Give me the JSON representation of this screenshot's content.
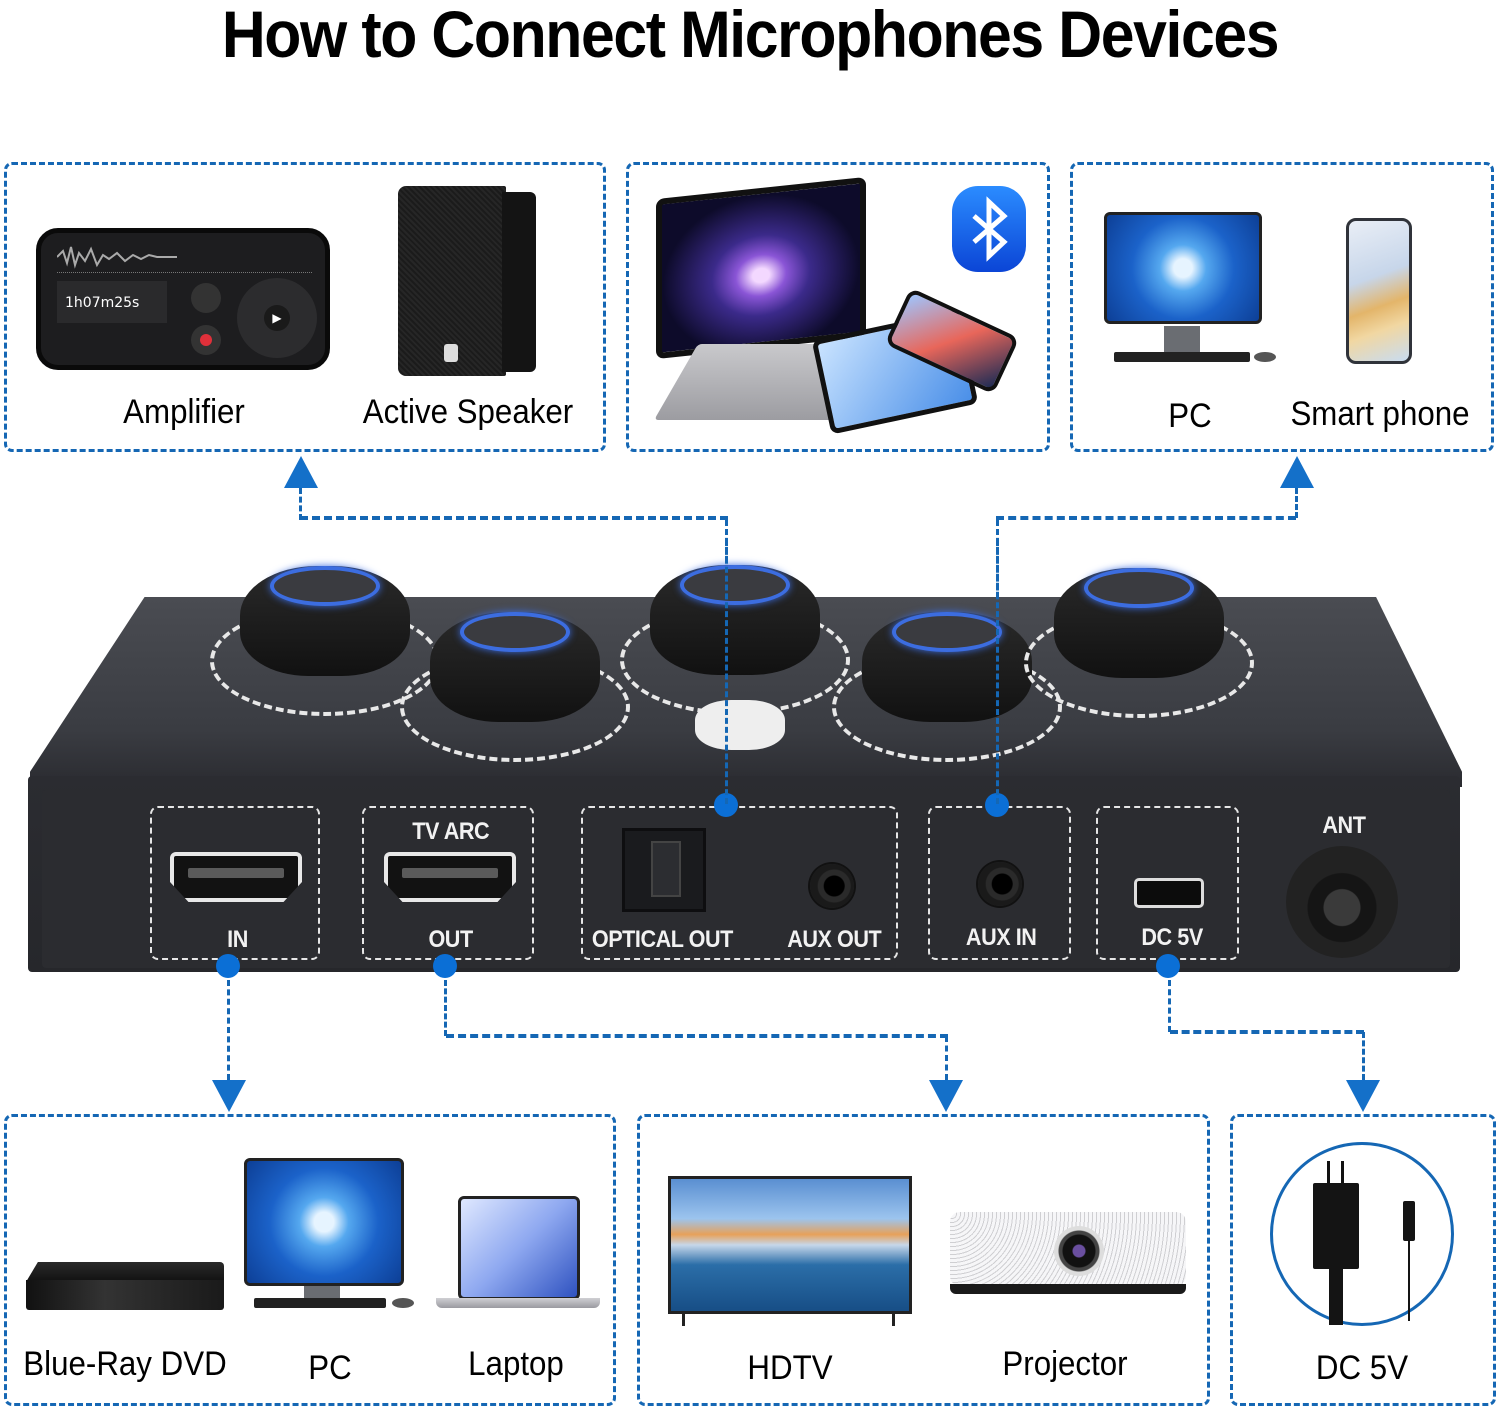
{
  "title": "How to Connect Microphones Devices",
  "colors": {
    "accent_blue": "#1567b4",
    "dot_blue": "#0b6fd6",
    "mixer_body": "#2b2c30",
    "port_label": "#f2f2f2"
  },
  "top_groups": [
    {
      "id": "aux-out-devices",
      "devices": [
        {
          "label": "Amplifier",
          "icon": "recorder-phone-icon"
        },
        {
          "label": "Active Speaker",
          "icon": "speaker-icon"
        }
      ]
    },
    {
      "id": "bluetooth-devices",
      "devices": [
        {
          "label": "",
          "icon": "laptop-tablet-phone-icon"
        }
      ],
      "badge_icon": "bluetooth-icon"
    },
    {
      "id": "aux-in-devices",
      "devices": [
        {
          "label": "PC",
          "icon": "desktop-pc-icon"
        },
        {
          "label": "Smart phone",
          "icon": "smartphone-icon"
        }
      ]
    }
  ],
  "mixer": {
    "knobs": 5,
    "ports": [
      {
        "id": "hdmi-in",
        "top_label": "",
        "bottom_label": "IN"
      },
      {
        "id": "hdmi-out",
        "top_label": "TV ARC",
        "bottom_label": "OUT"
      },
      {
        "id": "optical-aux-out",
        "labels": [
          "OPTICAL OUT",
          "AUX OUT"
        ]
      },
      {
        "id": "aux-in",
        "bottom_label": "AUX IN"
      },
      {
        "id": "dc-5v",
        "bottom_label": "DC 5V"
      },
      {
        "id": "antenna",
        "top_label": "ANT"
      }
    ]
  },
  "bottom_groups": [
    {
      "id": "hdmi-in-sources",
      "devices": [
        {
          "label": "Blue-Ray DVD",
          "icon": "bluray-player-icon"
        },
        {
          "label": "PC",
          "icon": "desktop-pc-icon"
        },
        {
          "label": "Laptop",
          "icon": "laptop-icon"
        }
      ]
    },
    {
      "id": "hdmi-out-displays",
      "devices": [
        {
          "label": "HDTV",
          "icon": "tv-icon"
        },
        {
          "label": "Projector",
          "icon": "projector-icon"
        }
      ]
    },
    {
      "id": "power",
      "devices": [
        {
          "label": "DC 5V",
          "icon": "usb-power-adapter-icon"
        }
      ]
    }
  ]
}
